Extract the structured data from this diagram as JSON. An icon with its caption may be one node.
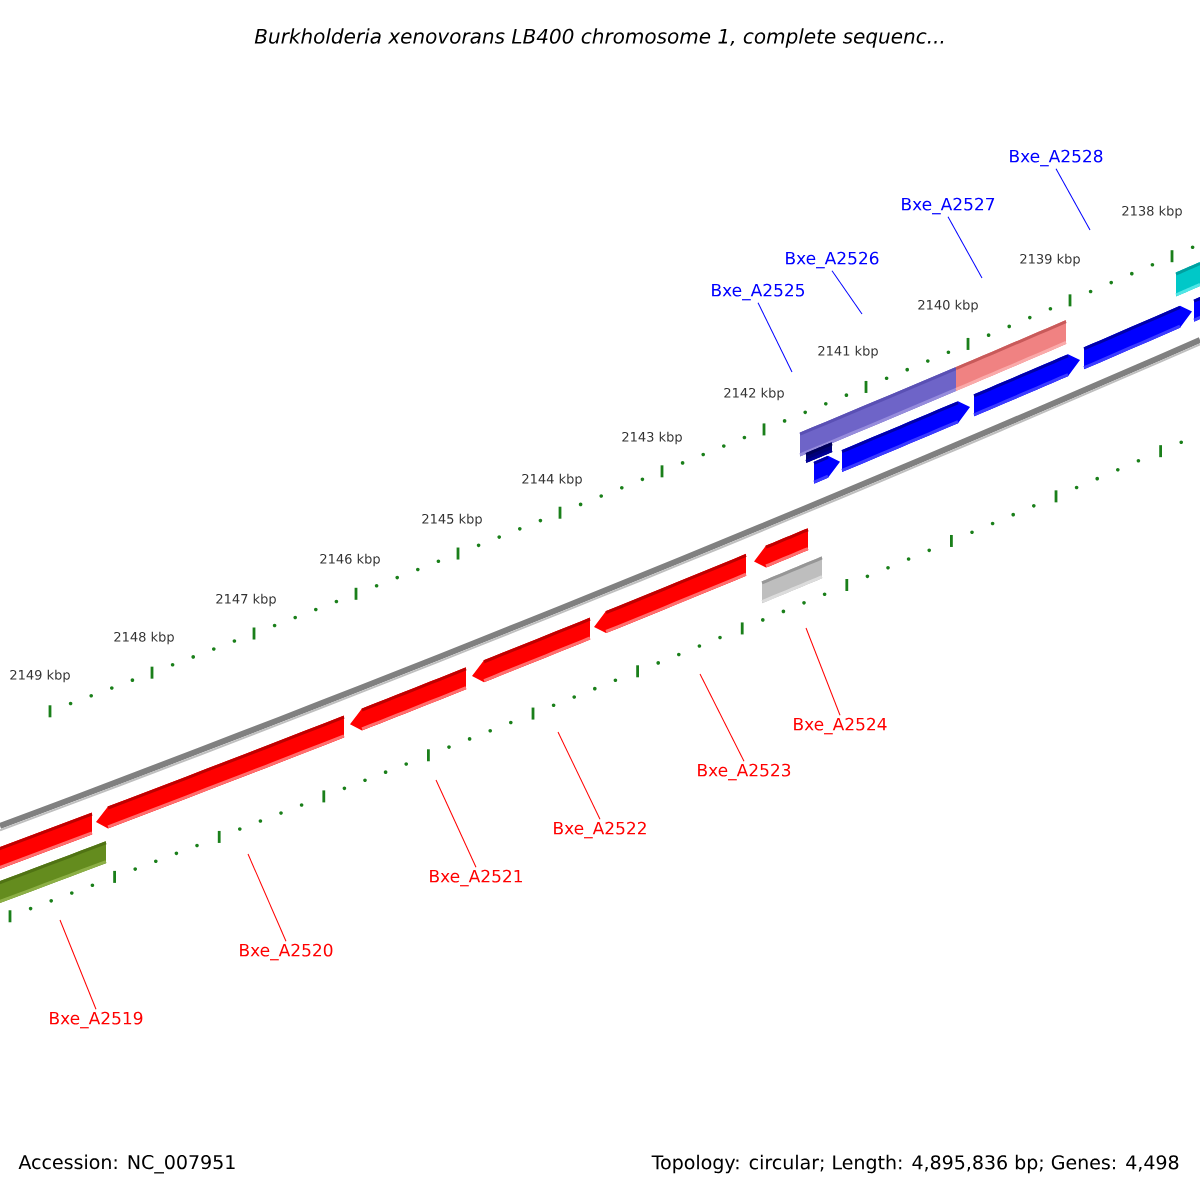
{
  "diagram": {
    "title": "Burkholderia xenovorans LB400 chromosome 1, complete sequenc...",
    "nodes": [
      {
        "text": [
          "Bxe_A2528"
        ]
      },
      {
        "text": [
          "Bxe_A2527"
        ]
      },
      {
        "text": [
          "Bxe_A2526"
        ]
      },
      {
        "text": [
          "Bxe_A2525"
        ]
      },
      {
        "text": [
          "Bxe_A2524"
        ]
      },
      {
        "text": [
          "Bxe_A2523"
        ]
      },
      {
        "text": [
          "Bxe_A2522"
        ]
      },
      {
        "text": [
          "Bxe_A2521"
        ]
      },
      {
        "text": [
          "Bxe_A2520"
        ]
      },
      {
        "text": [
          "Bxe_A2519"
        ]
      }
    ],
    "edges": [
      {
        "from": 0,
        "to": null,
        "arrow": "none",
        "color": "#0000ff"
      },
      {
        "from": 1,
        "to": null,
        "arrow": "none",
        "color": "#0000ff"
      },
      {
        "from": 2,
        "to": null,
        "arrow": "none",
        "color": "#0000ff"
      },
      {
        "from": 3,
        "to": null,
        "arrow": "none",
        "color": "#0000ff"
      },
      {
        "from": 4,
        "to": null,
        "arrow": "none"
      },
      {
        "from": 5,
        "to": null,
        "arrow": "none"
      },
      {
        "from": 6,
        "to": null,
        "arrow": "none"
      },
      {
        "from": 7,
        "to": null,
        "arrow": "none"
      },
      {
        "from": 8,
        "to": null,
        "arrow": "none"
      },
      {
        "from": 9,
        "to": null,
        "arrow": "none"
      }
    ],
    "labels": [
      "2138 kbp",
      "2139 kbp",
      "2140 kbp",
      "2141 kbp",
      "2142 kbp",
      "2143 kbp",
      "2144 kbp",
      "2145 kbp",
      "2146 kbp",
      "2147 kbp",
      "2148 kbp",
      "2149 kbp",
      "Accession: NC_007951",
      "Topology: circular; Length: 4,895,836 bp; Genes: 4,498"
    ]
  }
}
